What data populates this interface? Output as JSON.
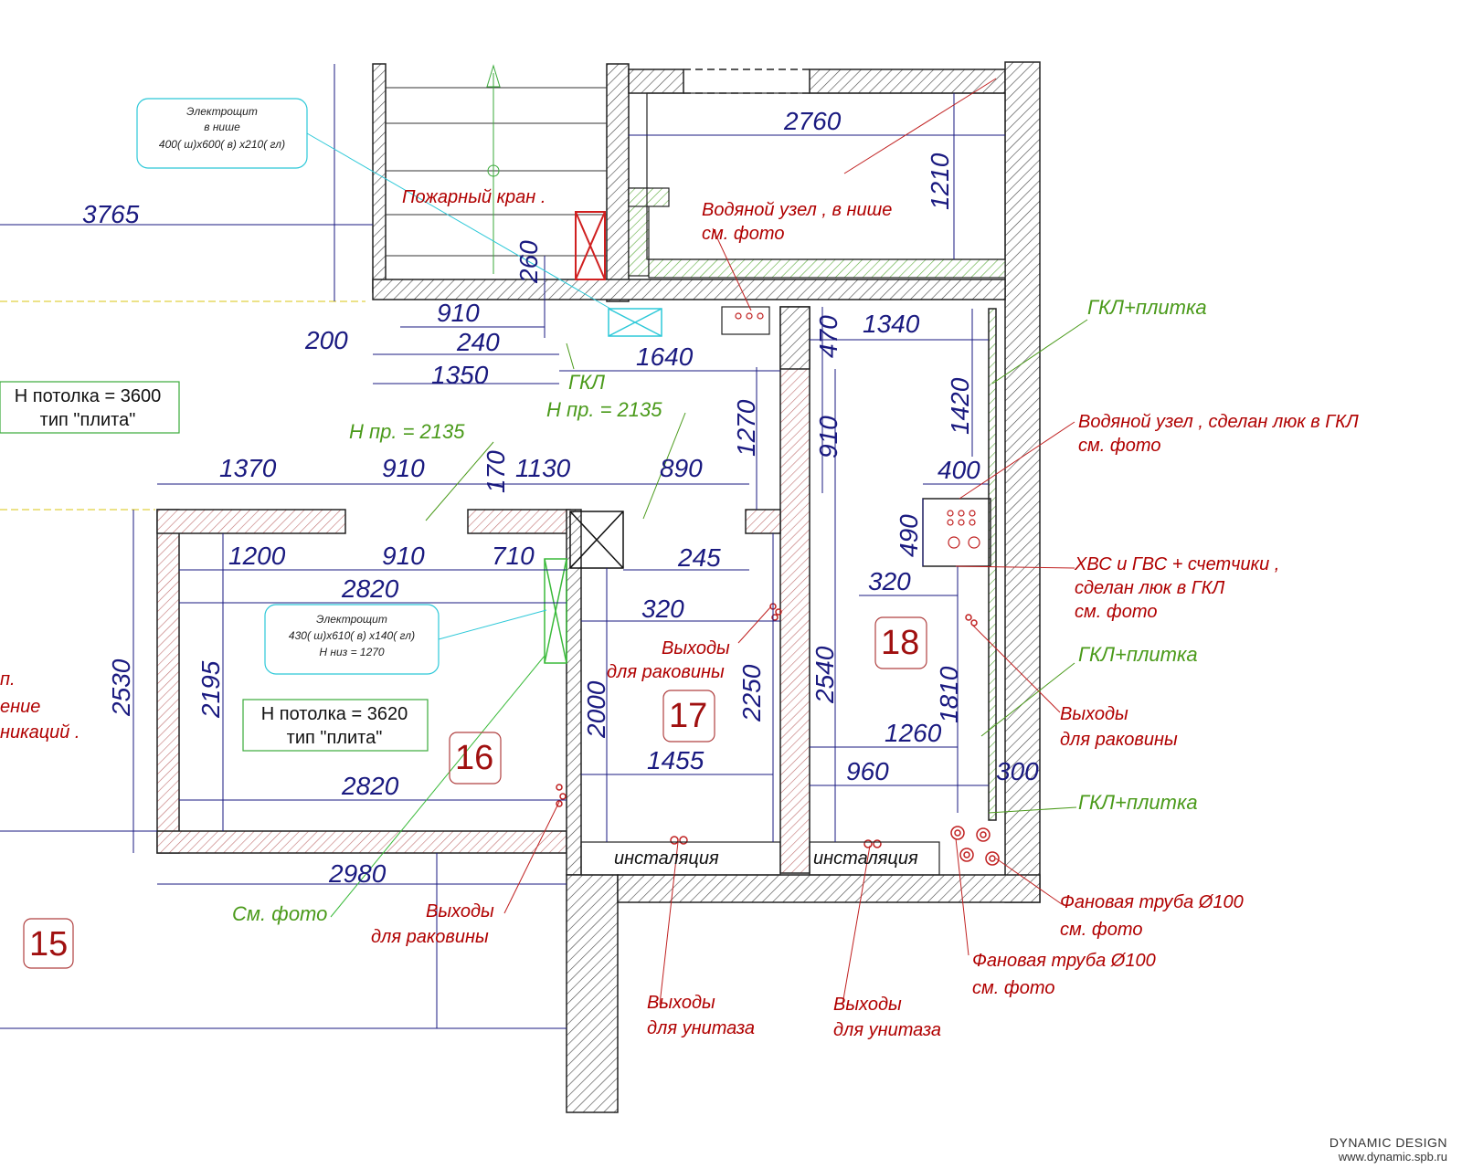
{
  "dims": [
    "3765",
    "2760",
    "1210",
    "260",
    "910",
    "200",
    "240",
    "1350",
    "1640",
    "470",
    "1340",
    "1420",
    "1270",
    "910",
    "1370",
    "910",
    "170",
    "1130",
    "890",
    "400",
    "490",
    "1200",
    "910",
    "710",
    "245",
    "320",
    "320",
    "2820",
    "2530",
    "2195",
    "2000",
    "2250",
    "2540",
    "1810",
    "1260",
    "960",
    "300",
    "1455",
    "2820",
    "2980"
  ],
  "rooms": [
    "15",
    "16",
    "17",
    "18"
  ],
  "notes": {
    "electro_top": [
      "Электрощит",
      "в нише",
      "400( ш)х600( в) х210( гл)"
    ],
    "electro_mid": [
      "Электрощит",
      "430( ш)х610( в) х140( гл)",
      "Н низ = 1270"
    ],
    "fire": "Пожарный кран .",
    "water1": [
      "Водяной узел , в нише",
      "см. фото"
    ],
    "water2": [
      "Водяной узел , сделан люк в ГКЛ",
      "см. фото"
    ],
    "hvs": [
      "ХВС и ГВС  + счетчики ,",
      "сделан люк в ГКЛ",
      "см. фото"
    ],
    "sink17": [
      "Выходы",
      "для раковины"
    ],
    "sink18": [
      "Выходы",
      "для раковины"
    ],
    "sink16": [
      "Выходы",
      "для раковины"
    ],
    "toilet17": [
      "Выходы",
      "для унитаза"
    ],
    "toilet18": [
      "Выходы",
      "для унитаза"
    ],
    "fan1": [
      "Фановая труба   Ø100",
      "см. фото"
    ],
    "fan2": [
      "Фановая труба   Ø100",
      "см. фото"
    ],
    "left_partial": [
      "п.",
      "ение",
      "никаций ."
    ],
    "install1": "инсталяция",
    "install2": "инсталяция"
  },
  "green_notes": {
    "gkl_tile1": "ГКЛ+плитка",
    "gkl_tile2": "ГКЛ+плитка",
    "gkl_tile3": "ГКЛ+плитка",
    "gkl": "ГКЛ",
    "hpr1": "Н пр. = 2135",
    "hpr2": "Н пр. = 2135",
    "see_photo": "См. фото"
  },
  "ceilings": {
    "c1": [
      "Н потолка = 3600",
      "тип \"плита\""
    ],
    "c2": [
      "Н потолка = 3620",
      "тип \"плита\""
    ]
  },
  "footer": {
    "name": "DYNAMIC DESIGN",
    "url": "www.dynamic.spb.ru"
  },
  "colors": {
    "dim": "#1a1a80",
    "note": "#b00000",
    "green": "#4a9a1a",
    "cyan": "#2cc8d8",
    "hatch": "#c08080"
  }
}
